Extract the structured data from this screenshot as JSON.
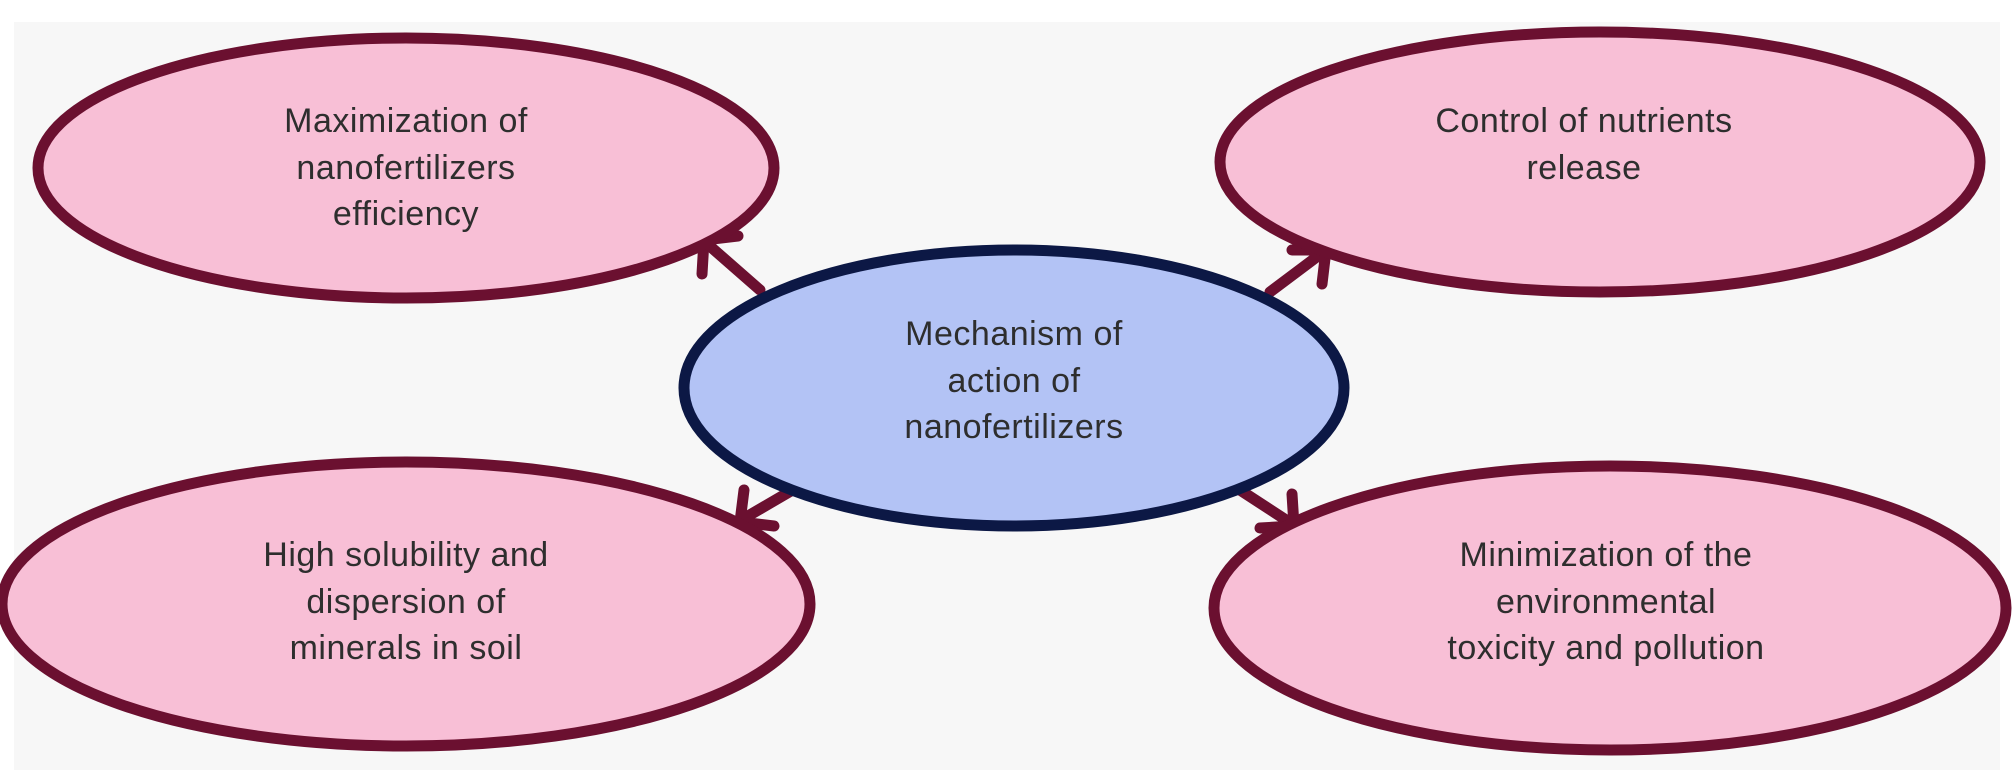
{
  "colors": {
    "outer_fill": "#f8bfd6",
    "outer_stroke": "#6b1030",
    "center_fill": "#b3c3f5",
    "center_stroke": "#0c1845",
    "arrow": "#6b1030",
    "background": "#f7f7f7"
  },
  "center": {
    "label": "Mechanism of\naction of\nnanofertilizers"
  },
  "nodes": {
    "top_left": {
      "label": "Maximization of\nnanofertilizers\nefficiency"
    },
    "top_right": {
      "label": "Control of nutrients\nrelease"
    },
    "bottom_left": {
      "label": "High solubility and\ndispersion of\nminerals in soil"
    },
    "bottom_right": {
      "label": "Minimization of the\nenvironmental\ntoxicity and pollution"
    }
  }
}
